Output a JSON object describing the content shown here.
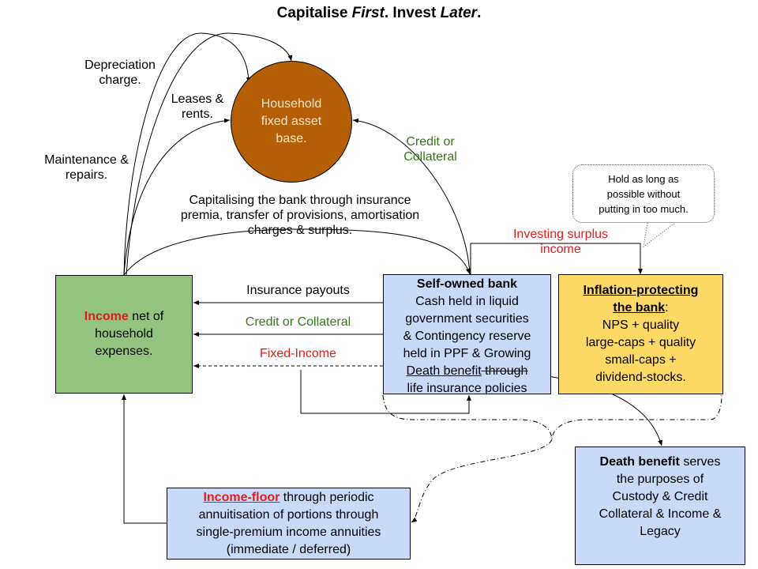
{
  "title": {
    "part1": "Capitalise ",
    "part2_italic": "First",
    "part3": ". Invest ",
    "part4_italic": "Later",
    "part5": "."
  },
  "nodes": {
    "fixed_asset": {
      "text_lines": [
        "Household",
        "fixed asset",
        "base."
      ],
      "fill": "#b45f06"
    },
    "income": {
      "highlight": "Income",
      "rest_line1": " net of",
      "line2": "household",
      "line3": "expenses.",
      "fill": "#93c47d"
    },
    "bank": {
      "heading": "Self-owned bank",
      "line1": "Cash held in liquid",
      "line2": "government securities",
      "line3": "& Contingency reserve",
      "line4": "held in PPF & Growing",
      "line5_underlined": "Death benefit",
      "line5_struck": " through",
      "line6": "life insurance policies",
      "fill": "#c9daf8"
    },
    "inflation": {
      "heading_line1": "Inflation-protecting",
      "heading_line2": "the bank",
      "colon": ":",
      "line1": "NPS + quality",
      "line2": "large-caps + quality",
      "line3": "small-caps +",
      "line4": "dividend-stocks.",
      "fill": "#ffd966"
    },
    "death_benefit": {
      "bold": "Death benefit",
      "rest_line1": " serves",
      "line2": "the purposes of",
      "line3": "Custody & Credit",
      "line4": "Collateral & Income &",
      "line5": "Legacy",
      "fill": "#c9daf8"
    },
    "income_floor": {
      "highlight": "Income-floor",
      "rest_line1": " through periodic",
      "line2": "annuitisation of portions through",
      "line3": "single-premium income annuities",
      "line4": "(immediate / deferred)",
      "fill": "#c9daf8"
    }
  },
  "callout": {
    "lines": [
      "Hold as long as",
      "possible without",
      "putting in too much."
    ]
  },
  "edge_labels": {
    "depreciation": [
      "Depreciation",
      "charge."
    ],
    "leases": [
      "Leases &",
      "rents."
    ],
    "maintenance": [
      "Maintenance &",
      "repairs."
    ],
    "credit_top": [
      "Credit or",
      "Collateral"
    ],
    "capitalising": [
      "Capitalising the bank through insurance",
      "premia, transfer of provisions, amortisation",
      "charges & surplus."
    ],
    "investing": [
      "Investing surplus",
      "income"
    ],
    "insurance_payouts": "Insurance payouts",
    "credit_mid": "Credit or Collateral",
    "fixed_income": "Fixed-Income"
  },
  "colors": {
    "green_text": "#38761d",
    "red_text": "#e31c1c",
    "circle_text": "#fce5cd"
  }
}
